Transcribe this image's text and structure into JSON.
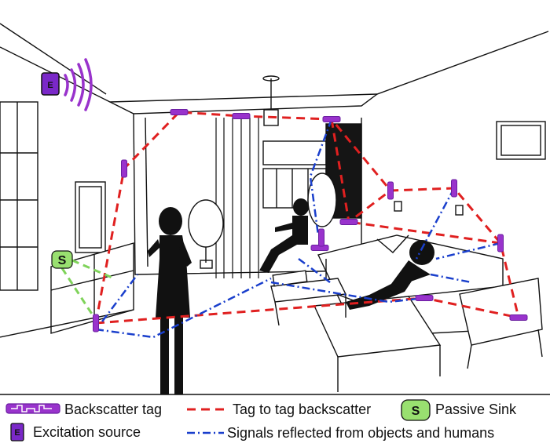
{
  "legend": {
    "tag_label": "Backscatter tag",
    "excitation_label": "Excitation source",
    "tag_to_tag_label": "Tag to tag backscatter",
    "sink_label": "Passive Sink",
    "reflected_label": "Signals reflected from objects and humans"
  },
  "symbols": {
    "sink_letter": "S",
    "source_letter": "E"
  },
  "colors": {
    "tag": "#9933cc",
    "tag_edge": "#6a1fa0",
    "excitation": "#7a28c8",
    "tag_to_tag": "#e02020",
    "reflected": "#1a3fcc",
    "sink_link": "#7fd35a",
    "sink_fill": "#99e070"
  },
  "icons": [
    "backscatter-tag-icon",
    "excitation-source-icon",
    "passive-sink-icon",
    "signal-waves-icon"
  ]
}
